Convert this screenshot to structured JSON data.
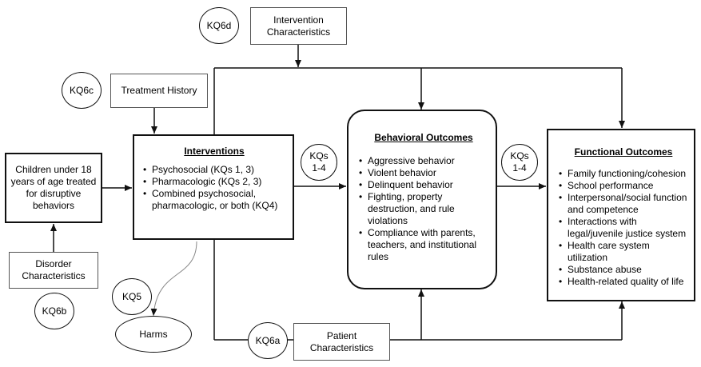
{
  "boxes": {
    "children": "Children under 18 years of age treated for disruptive behaviors",
    "disorder": "Disorder Characteristics",
    "treatment_history": "Treatment History",
    "intervention_chars": "Intervention Characteristics",
    "patient_chars": "Patient Characteristics",
    "harms": "Harms"
  },
  "interventions": {
    "title": "Interventions",
    "items": [
      "Psychosocial (KQs 1, 3)",
      "Pharmacologic (KQs 2, 3)",
      "Combined psychosocial, pharmacologic, or both (KQ4)"
    ]
  },
  "behavioral": {
    "title": "Behavioral Outcomes",
    "items": [
      "Aggressive behavior",
      "Violent behavior",
      "Delinquent behavior",
      "Fighting, property destruction, and rule violations",
      "Compliance with parents, teachers, and institutional rules"
    ]
  },
  "functional": {
    "title": "Functional Outcomes",
    "items": [
      "Family functioning/cohesion",
      "School performance",
      "Interpersonal/social function and competence",
      "Interactions with legal/juvenile justice system",
      "Health care system utilization",
      "Substance abuse",
      "Health-related quality of life"
    ]
  },
  "kq_labels": {
    "kq6d": "KQ6d",
    "kq6c": "KQ6c",
    "kq6b": "KQ6b",
    "kq6a": "KQ6a",
    "kq5": "KQ5",
    "kq1_4_left": "KQs\n1-4",
    "kq1_4_right": "KQs\n1-4"
  }
}
